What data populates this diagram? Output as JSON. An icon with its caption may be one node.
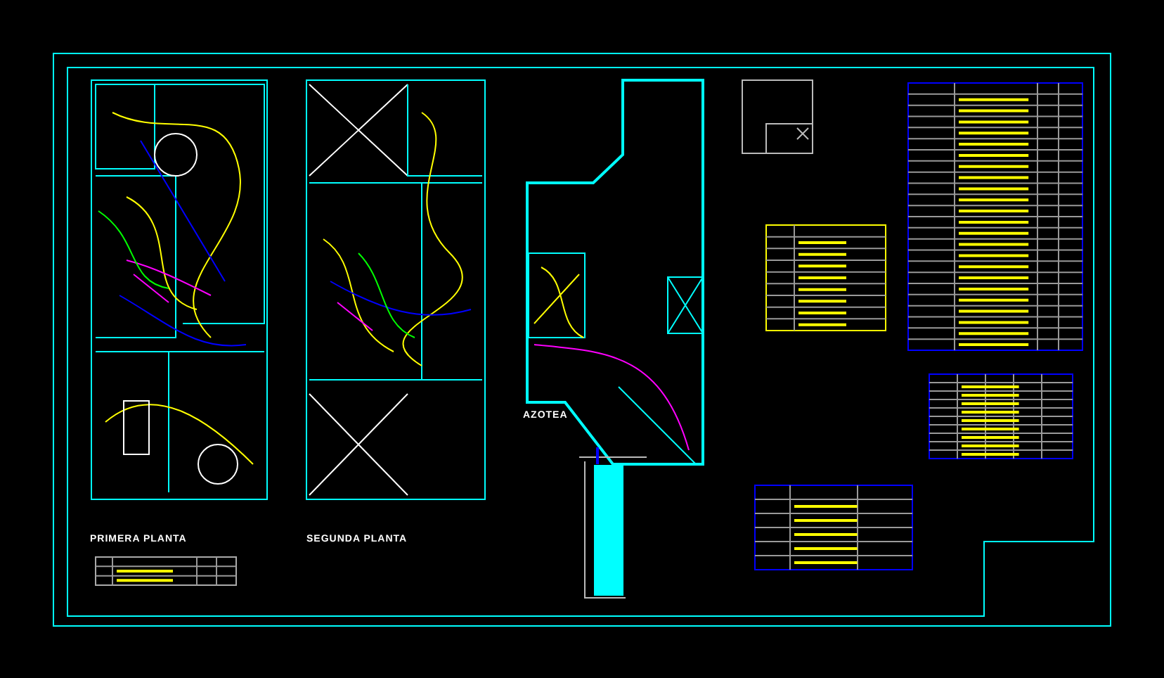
{
  "diagram": {
    "labels": [
      "PRIMERA PLANTA",
      "SEGUNDA PLANTA",
      "AZOTEA"
    ]
  }
}
